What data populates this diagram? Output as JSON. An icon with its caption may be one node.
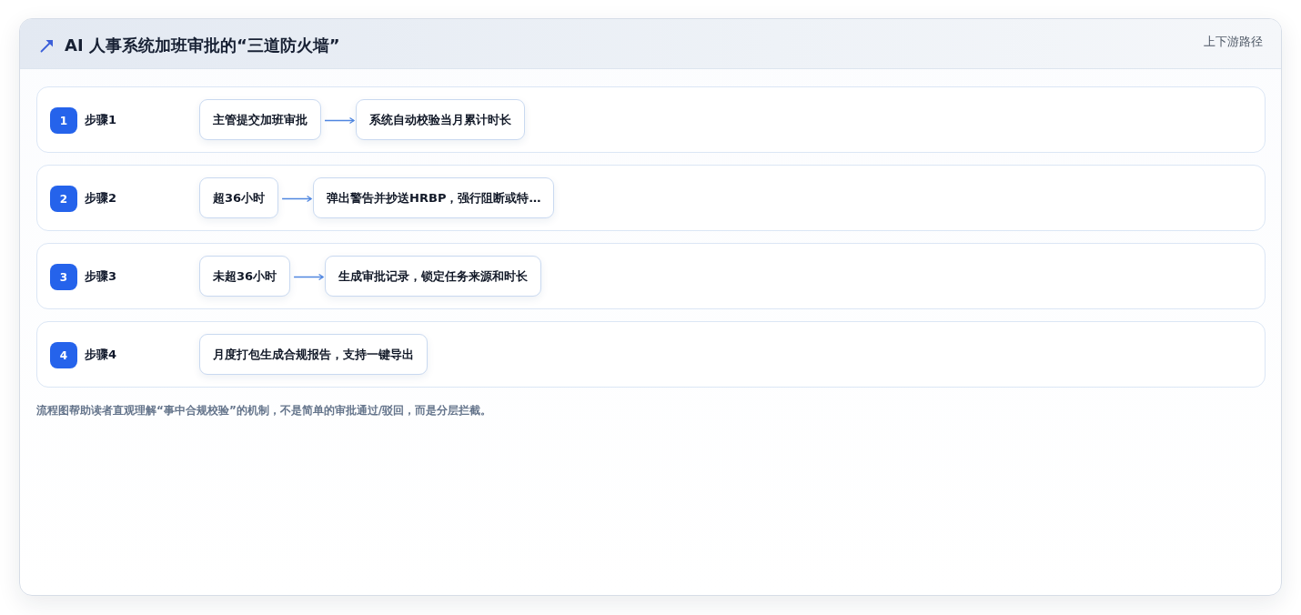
{
  "diagram": {
    "title": "AI 人事系统加班审批的“三道防火墙”",
    "caption": "流程图帮助读者直观理解“事中合规校验”的机制，不是简单的审批通过/驳回，而是分层拦截。",
    "nodes": [
      {
        "text": [
          "步骤1"
        ]
      },
      {
        "text": [
          "1"
        ],
        "in": 0
      },
      {
        "text": [
          "主管提交加班审批"
        ],
        "in": 0
      },
      {
        "text": [
          "系统自动校验当月累计时长"
        ],
        "in": 0
      },
      {
        "text": [
          "步骤2"
        ]
      },
      {
        "text": [
          "2"
        ],
        "in": 4
      },
      {
        "text": [
          "超36小时"
        ],
        "in": 4
      },
      {
        "text": [
          "弹出警告并抄送HRBP，强行阻断或特…"
        ],
        "in": 4
      },
      {
        "text": [
          "步骤3"
        ]
      },
      {
        "text": [
          "3"
        ],
        "in": 8
      },
      {
        "text": [
          "未超36小时"
        ],
        "in": 8
      },
      {
        "text": [
          "生成审批记录，锁定任务来源和时长"
        ],
        "in": 8
      },
      {
        "text": [
          "步骤4"
        ]
      },
      {
        "text": [
          "4"
        ],
        "in": 12
      },
      {
        "text": [
          "月度打包生成合规报告，支持一键导出"
        ],
        "in": 12
      }
    ],
    "edges": [
      {
        "from": 2,
        "to": 3,
        "arrow": "to"
      },
      {
        "from": 6,
        "to": 7,
        "arrow": "to"
      },
      {
        "from": 10,
        "to": 11,
        "arrow": "to"
      }
    ],
    "labels": [
      "上下游路径"
    ]
  }
}
